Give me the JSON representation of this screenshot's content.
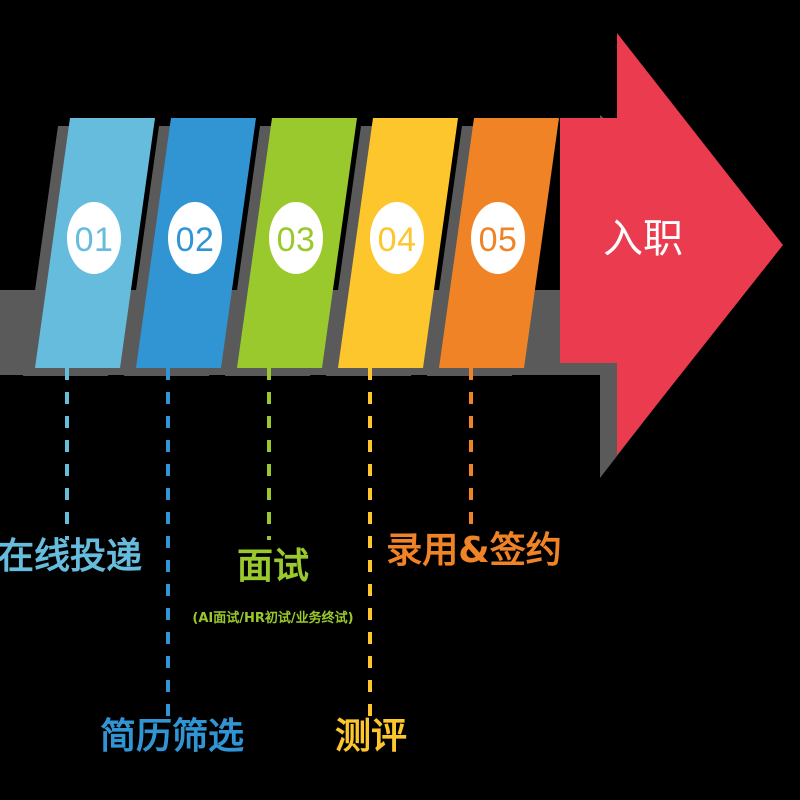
{
  "diagram": {
    "title_text_on_arrow": "入职",
    "background_color": "#000000",
    "shadow_color": "#5a5a5a",
    "arrow_color": "#ea3b4f",
    "circle_fill": "#ffffff",
    "steps": [
      {
        "number": "01",
        "color": "#66bcdc",
        "label": "在线投递",
        "sublabel": "",
        "label_row": "upper"
      },
      {
        "number": "02",
        "color": "#3195d4",
        "label": "简历筛选",
        "sublabel": "",
        "label_row": "lower"
      },
      {
        "number": "03",
        "color": "#9ac92d",
        "label": "面试",
        "sublabel": "(AI面试/HR初试/业务终试)",
        "label_row": "upper"
      },
      {
        "number": "04",
        "color": "#fcc62c",
        "label": "测评",
        "sublabel": "",
        "label_row": "lower"
      },
      {
        "number": "05",
        "color": "#f08326",
        "label": "录用&签约",
        "sublabel": "",
        "label_row": "upper"
      }
    ]
  }
}
